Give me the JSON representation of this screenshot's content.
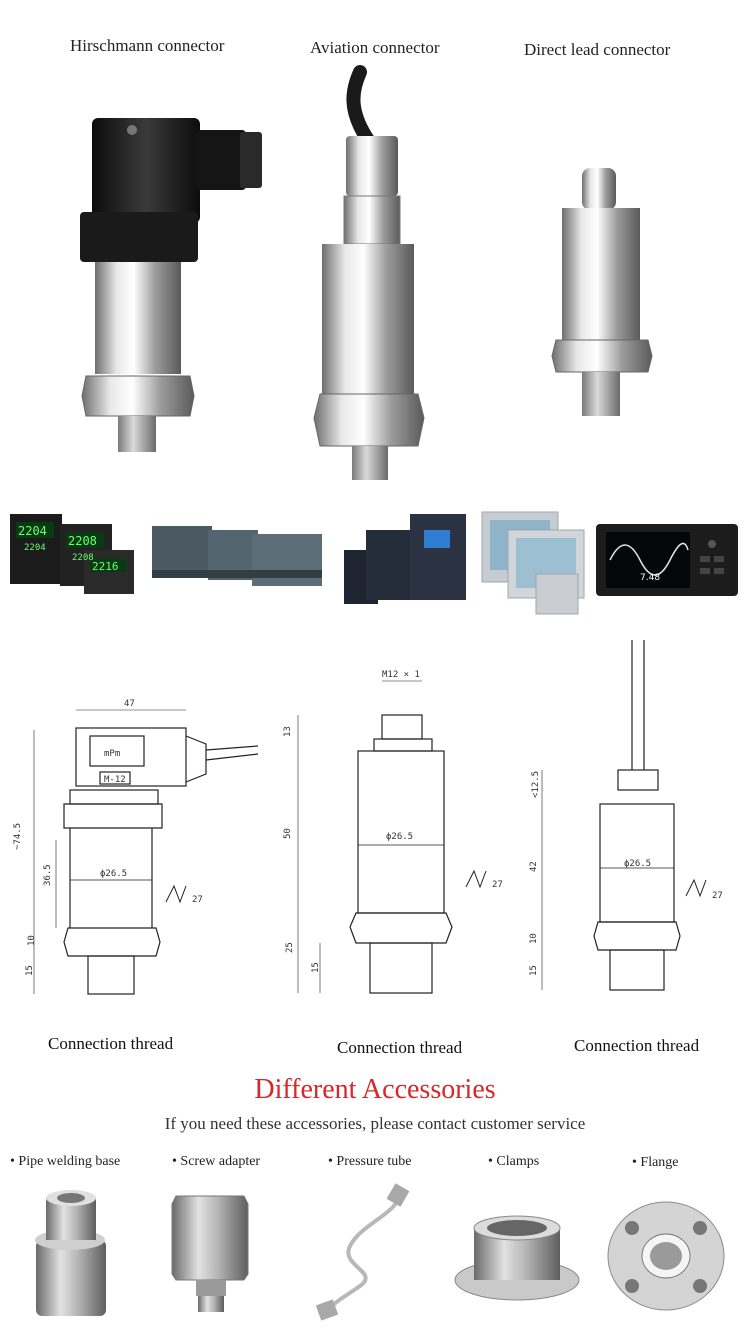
{
  "products": {
    "items": [
      {
        "name": "hirschmann",
        "label": "Hirschmann connector"
      },
      {
        "name": "aviation",
        "label": "Aviation connector"
      },
      {
        "name": "direct-lead",
        "label": "Direct lead connector"
      }
    ]
  },
  "controllers": {
    "displays": [
      "2204",
      "2204",
      "2208",
      "2208",
      "2216"
    ],
    "screen_value": "7.48"
  },
  "drawings": {
    "d1": {
      "width": "47",
      "total": "~74.5",
      "body": "36.5",
      "hex": "10",
      "thread": "15",
      "dia": "ϕ26.5",
      "slot": "27",
      "plug": "mPm",
      "plug_code": "M-12"
    },
    "d2": {
      "top_label": "M12 × 1",
      "cap": "13",
      "body": "50",
      "lower": "25",
      "thread": "15",
      "dia": "ϕ26.5",
      "slot": "27"
    },
    "d3": {
      "top": "<12.5",
      "body": "42",
      "hex": "10",
      "thread": "15",
      "dia": "ϕ26.5",
      "slot": "27"
    },
    "caption": "Connection thread"
  },
  "accessories": {
    "title": "Different Accessories",
    "subtitle": "If you need these accessories, please contact customer service",
    "items": [
      {
        "label": "• Pipe welding base"
      },
      {
        "label": "• Screw adapter"
      },
      {
        "label": "• Pressure tube"
      },
      {
        "label": "• Clamps"
      },
      {
        "label": "• Flange"
      }
    ]
  },
  "colors": {
    "accent_red": "#d8262a",
    "steel": "#c9c9c9",
    "connector_black": "#1b1b1b"
  }
}
